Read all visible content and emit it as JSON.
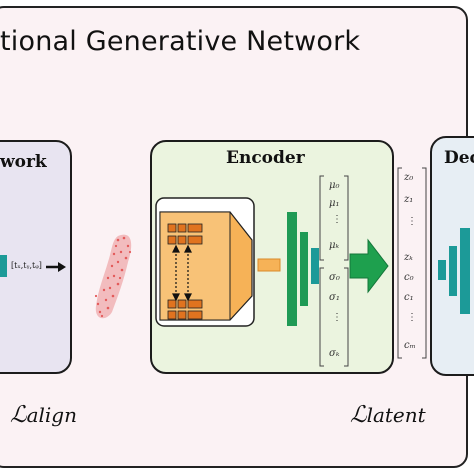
{
  "title": "tional Generative Network",
  "modules": {
    "align": {
      "label": "work"
    },
    "encoder": {
      "label": "Encoder"
    },
    "decoder": {
      "label": "Dec"
    }
  },
  "losses": {
    "align": {
      "symbol": "ℒ",
      "subscript": "align"
    },
    "latent": {
      "symbol": "ℒ",
      "subscript": "latent"
    }
  },
  "align_vector": "[tₓ,tᵧ,tᵩ]",
  "mu_vector": [
    "μ₀",
    "μ₁",
    "μₖ"
  ],
  "sigma_vector": [
    "σ₀",
    "σ₁",
    "σₖ"
  ],
  "z_vector": [
    "z₀",
    "z₁",
    "zₖ",
    "c₀",
    "c₁",
    "cₘ"
  ],
  "dots": "⋮",
  "colors": {
    "frame_bg": "#fbf2f4",
    "align_bg": "#e8e4f1",
    "encoder_bg": "#ebf4df",
    "decoder_bg": "#e7eef4",
    "conv_orange": "#f6b257",
    "conv_dark_orange": "#e0731f",
    "dense_green": "#1f9a55",
    "dense_teal": "#1c9a98",
    "arrow_green": "#1ea04e",
    "point_cloud": "#e35a5a"
  }
}
